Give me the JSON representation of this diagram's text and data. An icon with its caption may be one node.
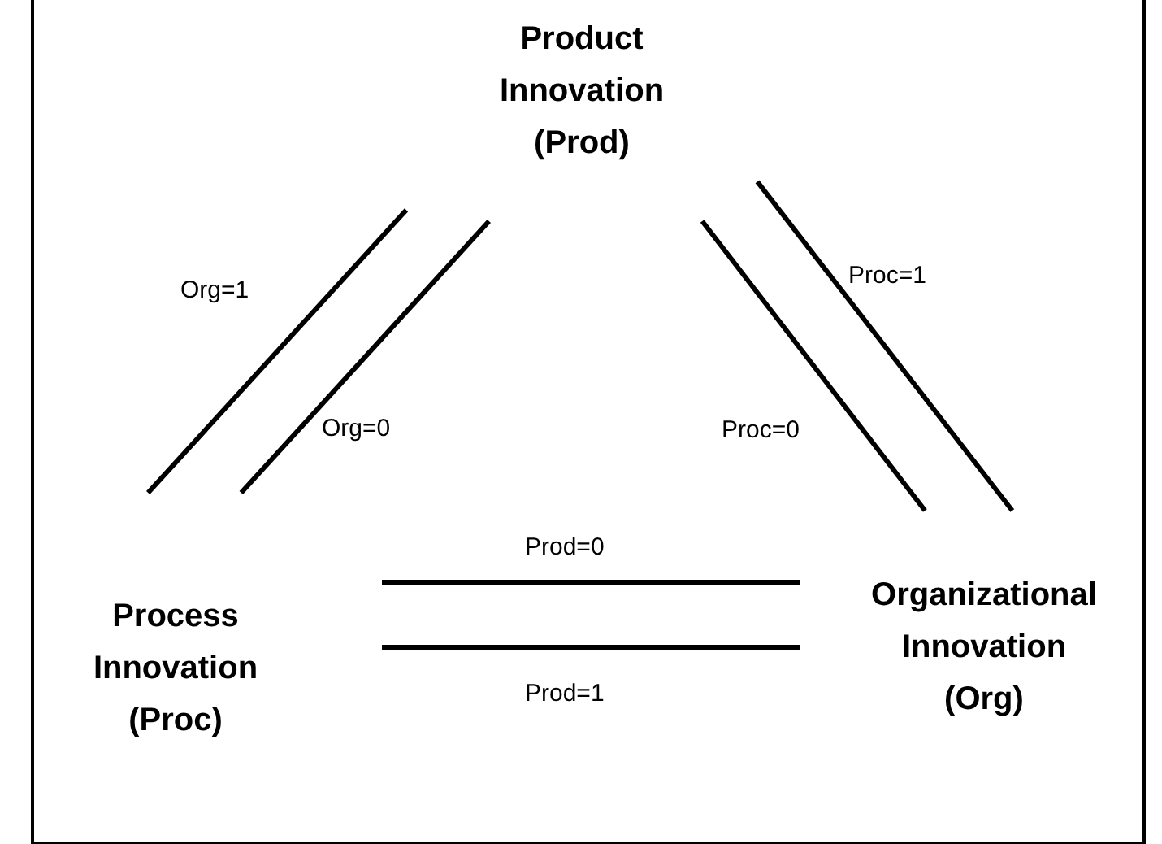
{
  "diagram": {
    "nodes": [
      {
        "text": [
          "Product Innovation (Prod)"
        ]
      },
      {
        "text": [
          "Process Innovation (Proc)"
        ]
      },
      {
        "text": [
          "Organizational Innovation (Org)"
        ]
      }
    ],
    "edges": [
      {
        "from": 0,
        "to": 1,
        "arrow": "none",
        "label": "Org=1"
      },
      {
        "from": 0,
        "to": 1,
        "arrow": "none",
        "label": "Org=0"
      },
      {
        "from": 0,
        "to": 2,
        "arrow": "none",
        "label": "Proc=0"
      },
      {
        "from": 0,
        "to": 2,
        "arrow": "none",
        "label": "Proc=1"
      },
      {
        "from": 1,
        "to": 2,
        "arrow": "none",
        "label": "Prod=0"
      },
      {
        "from": 1,
        "to": 2,
        "arrow": "none",
        "label": "Prod=1"
      }
    ]
  }
}
